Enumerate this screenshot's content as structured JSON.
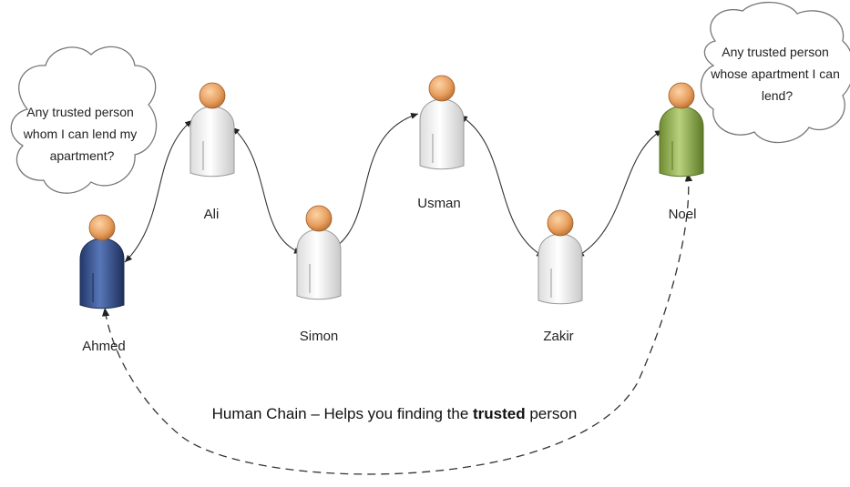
{
  "people": [
    {
      "id": "ahmed",
      "name": "Ahmed",
      "role": "requester",
      "color": "#3f5f9e"
    },
    {
      "id": "ali",
      "name": "Ali",
      "role": "intermediary",
      "color": "#f4f4f4"
    },
    {
      "id": "simon",
      "name": "Simon",
      "role": "intermediary",
      "color": "#f4f4f4"
    },
    {
      "id": "usman",
      "name": "Usman",
      "role": "intermediary",
      "color": "#f4f4f4"
    },
    {
      "id": "zakir",
      "name": "Zakir",
      "role": "intermediary",
      "color": "#f4f4f4"
    },
    {
      "id": "noel",
      "name": "Noel",
      "role": "provider",
      "color": "#8fb04a"
    }
  ],
  "bubbles": {
    "left": {
      "lines": [
        "Any trusted person",
        "whom I can lend my",
        "apartment?"
      ]
    },
    "right": {
      "lines": [
        "Any trusted person",
        "whose apartment I can",
        "lend?"
      ]
    }
  },
  "caption": {
    "prefix": "Human Chain – Helps you finding the ",
    "bold": "trusted",
    "suffix": " person"
  },
  "colors": {
    "head": "#e8a060",
    "arrow": "#333333",
    "bubble_stroke": "#777777"
  }
}
